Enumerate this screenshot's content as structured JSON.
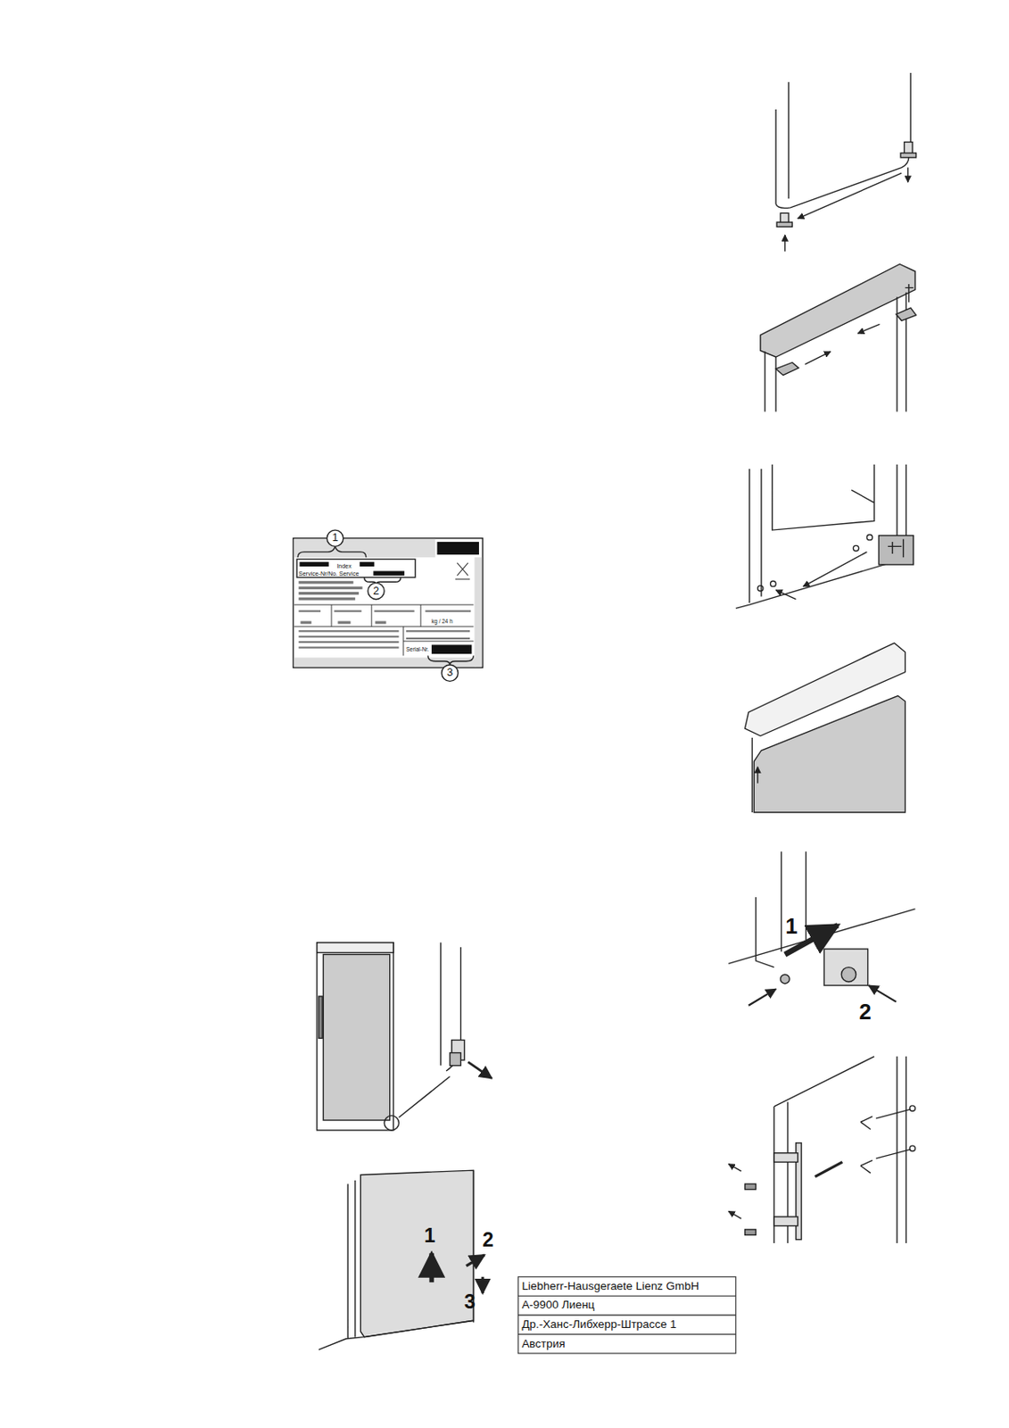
{
  "diagram": {
    "labels": [
      "1",
      "Index",
      "Service-Nr/No. Service",
      "2",
      "kg / 24 h",
      "Serial-Nr.",
      "3",
      "1",
      "2",
      "1",
      "2",
      "3",
      "Liebherr-Hausgeraete Lienz GmbH",
      "A-9900 Лиенц",
      "Др.-Ханс-Либхерр-Штрассе 1",
      "Австрия"
    ]
  }
}
